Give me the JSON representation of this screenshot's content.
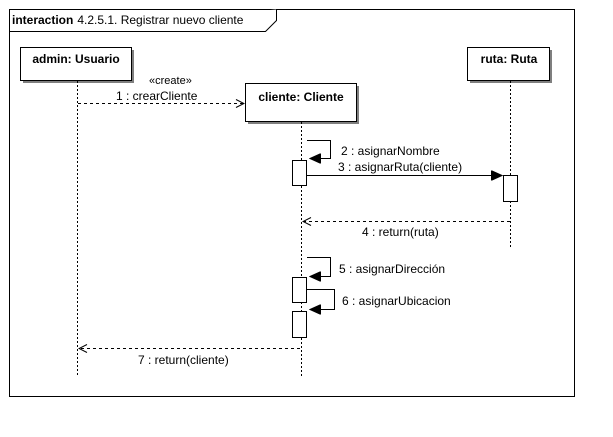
{
  "frame": {
    "keyword": "interaction",
    "title": "4.2.5.1. Registrar nuevo cliente"
  },
  "lifelines": {
    "admin": "admin: Usuario",
    "cliente": "cliente: Cliente",
    "ruta": "ruta: Ruta"
  },
  "messages": {
    "m1_stereotype": "«create»",
    "m1": "1 : crearCliente",
    "m2": "2 : asignarNombre",
    "m3": "3 : asignarRuta(cliente)",
    "m4": "4 : return(ruta)",
    "m5": "5 : asignarDirección",
    "m6": "6 : asignarUbicacion",
    "m7": "7 : return(cliente)"
  }
}
